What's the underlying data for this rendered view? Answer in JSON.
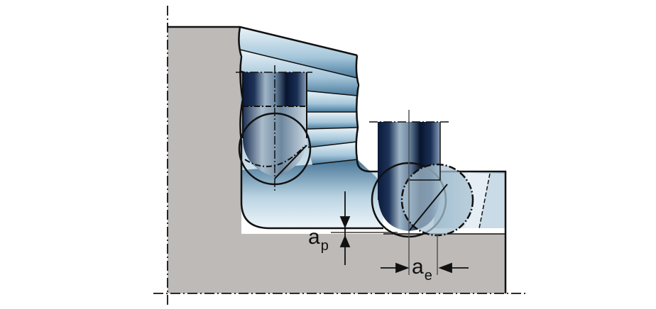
{
  "diagram": {
    "type": "technical-drawing",
    "subject": "Ball-nose end mill profiling passes in a stepped workpiece",
    "colors": {
      "workpiece": "#bdbab8",
      "cut_surface_light": "#e6f0f6",
      "cut_surface_mid": "#9ec2d8",
      "cut_surface_dark": "#3e6f93",
      "tool_dark": "#0b1a3a",
      "tool_light": "#b8cad8",
      "outline": "#111111",
      "background": "#ffffff"
    },
    "tools": [
      {
        "id": "tool-1",
        "name": "ball-nose end mill (upper pass)"
      },
      {
        "id": "tool-2",
        "name": "ball-nose end mill (lower pass)"
      }
    ],
    "labels": {
      "ap": {
        "main": "a",
        "sub": "p",
        "meaning": "axial depth of cut"
      },
      "ae": {
        "main": "a",
        "sub": "e",
        "meaning": "radial stepover"
      }
    }
  }
}
